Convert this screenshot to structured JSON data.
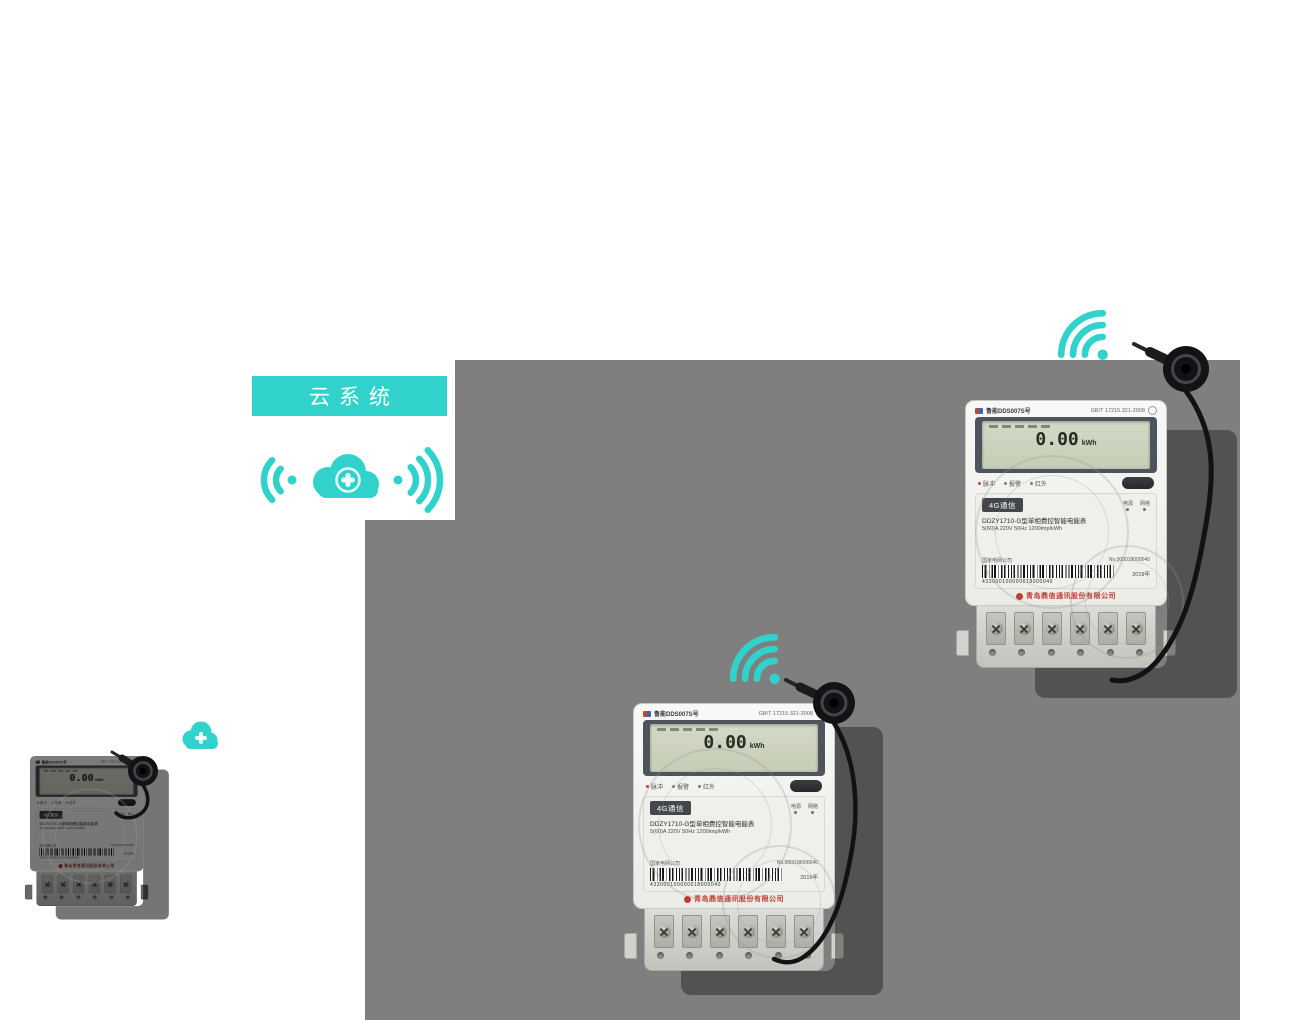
{
  "colors": {
    "accent": "#31d2cc",
    "backdrop": "#7f7f7f"
  },
  "cloud_system": {
    "label": "云系统"
  },
  "meter": {
    "header_left": "鲁能DDS007S号",
    "header_right": "GB/T 17215.321-2008",
    "lcd_value": "0.00",
    "lcd_unit": "kWh",
    "indicators": [
      "脉冲",
      "报警",
      "红外"
    ],
    "badge_4g": "4G通信",
    "power_label": "电源",
    "network_label": "网络",
    "model_line1": "DDZY1710-G型单相费控智能电能表",
    "model_line2": "5(60)A 220V 50Hz 1200imp/kWh",
    "grid_company": "国家电网公司",
    "serial": "No.000018000040",
    "year": "2019年",
    "barcode_number": "433000100000018000040",
    "company": "青岛鼎信通讯股份有限公司"
  },
  "icons": {
    "cloud": "cloud-plus-icon",
    "wifi": "wifi-signal-icon",
    "antenna": "external-4g-antenna"
  }
}
